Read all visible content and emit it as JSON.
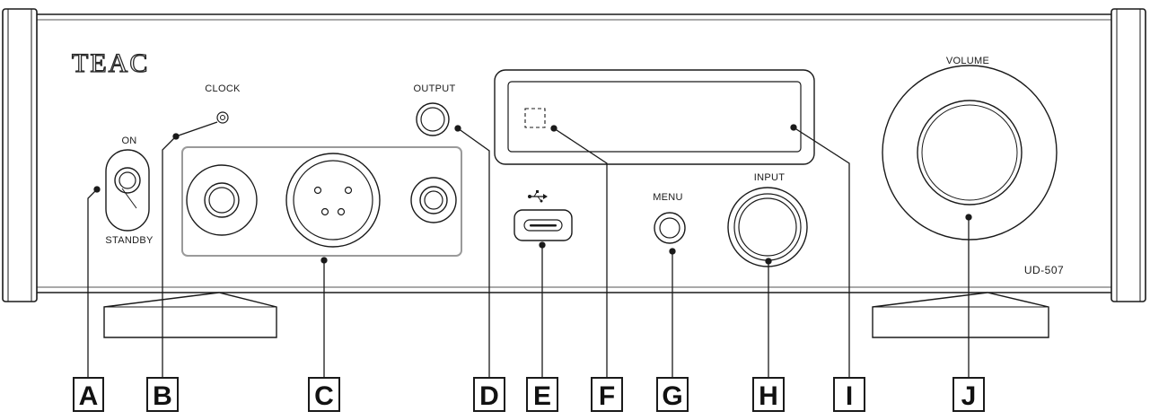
{
  "device": {
    "brand": "TEAC",
    "model": "UD-507",
    "panel_labels": {
      "on": "ON",
      "standby": "STANDBY",
      "clock": "CLOCK",
      "output": "OUTPUT",
      "menu": "MENU",
      "input": "INPUT",
      "volume": "VOLUME"
    }
  },
  "callouts": [
    "A",
    "B",
    "C",
    "D",
    "E",
    "F",
    "G",
    "H",
    "I",
    "J"
  ],
  "colors": {
    "outline": "#1a1a1a",
    "accent_line": "#999999",
    "panel": "#ffffff"
  }
}
